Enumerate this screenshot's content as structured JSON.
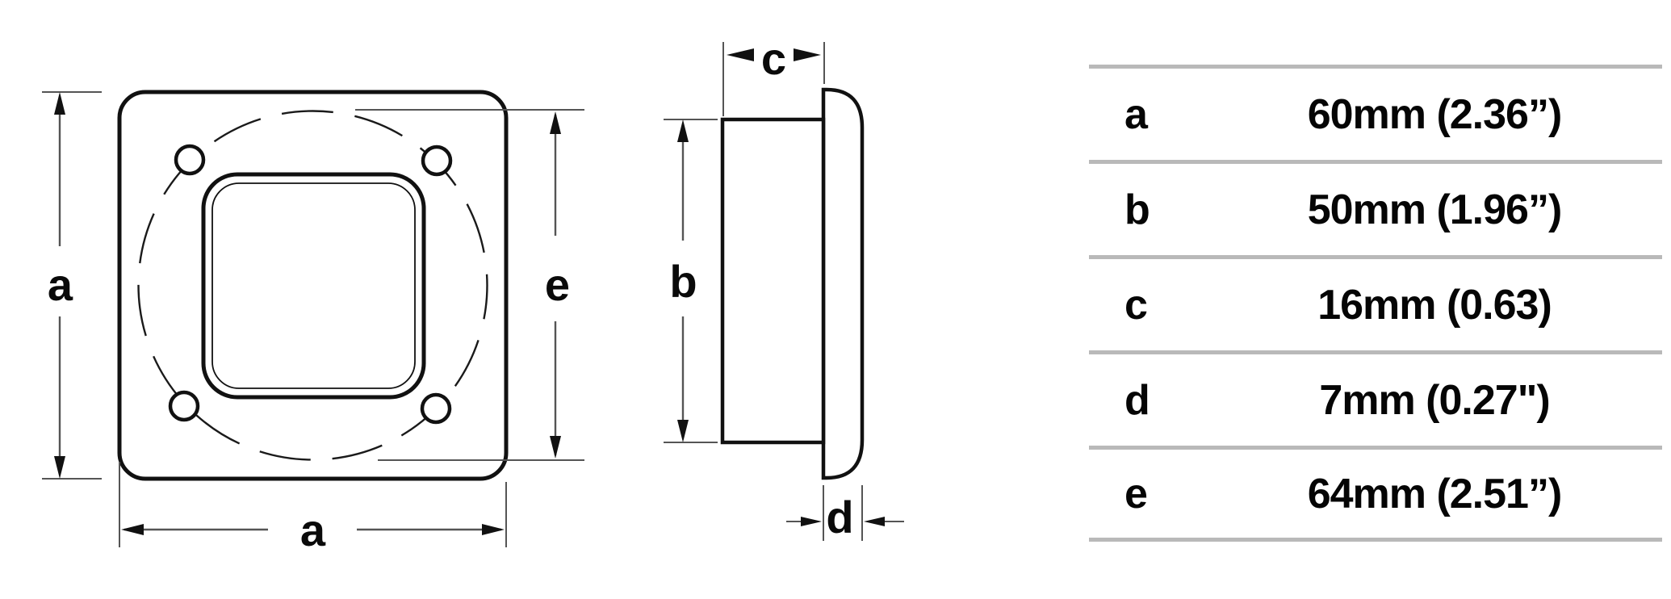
{
  "front_view": {
    "label_height": "a",
    "label_width": "a",
    "label_bolt_circle": "e"
  },
  "side_view": {
    "label_depth": "c",
    "label_body_height": "b",
    "label_flange_thickness": "d"
  },
  "dimensions_table": {
    "rows": [
      {
        "key": "a",
        "value": "60mm (2.36”)"
      },
      {
        "key": "b",
        "value": "50mm (1.96”)"
      },
      {
        "key": "c",
        "value": "16mm (0.63)"
      },
      {
        "key": "d",
        "value": "7mm (0.27\")"
      },
      {
        "key": "e",
        "value": "64mm (2.51”)"
      }
    ]
  },
  "colors": {
    "outline": "#111111",
    "thin_line": "#555555",
    "table_rule": "#b9b9b9",
    "background": "#ffffff"
  }
}
